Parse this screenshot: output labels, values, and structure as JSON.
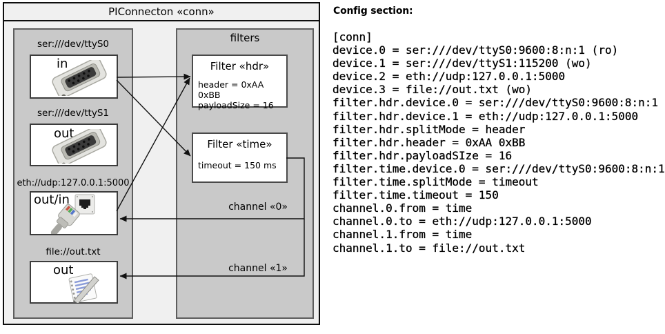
{
  "colors": {
    "outer_bg": "#f0f0f0",
    "panel_bg": "#c9c9c9",
    "box_bg": "#ffffff",
    "line": "#111111"
  },
  "diagram": {
    "title": "PIConnecton «conn»",
    "devices": [
      {
        "label": "ser:///dev/ttyS0",
        "direction": "in",
        "icon": "serial-connector-icon"
      },
      {
        "label": "ser:///dev/ttyS1",
        "direction": "out",
        "icon": "serial-connector-icon"
      },
      {
        "label": "eth://udp:127.0.0.1:5000",
        "direction": "out/in",
        "icon": "ethernet-connector-icon"
      },
      {
        "label": "file://out.txt",
        "direction": "out",
        "icon": "notepad-icon"
      }
    ],
    "filters_panel": {
      "title": "filters",
      "filters": [
        {
          "title": "Filter «hdr»",
          "properties": [
            "header = 0xAA 0xBB",
            "payloadSize = 16"
          ]
        },
        {
          "title": "Filter «time»",
          "properties": [
            "timeout = 150 ms"
          ]
        }
      ],
      "channels": [
        {
          "label": "channel «0»"
        },
        {
          "label": "channel «1»"
        }
      ]
    }
  },
  "config": {
    "heading": "Config section:",
    "lines": [
      "[conn]",
      "device.0 = ser:///dev/ttyS0:9600:8:n:1 (ro)",
      "device.1 = ser:///dev/ttyS1:115200 (wo)",
      "device.2 = eth://udp:127.0.0.1:5000",
      "device.3 = file://out.txt (wo)",
      "filter.hdr.device.0 = ser:///dev/ttyS0:9600:8:n:1",
      "filter.hdr.device.1 = eth://udp:127.0.0.1:5000",
      "filter.hdr.splitMode = header",
      "filter.hdr.header = 0xAA 0xBB",
      "filter.hdr.payloadSIze = 16",
      "filter.time.device.0 = ser:///dev/ttyS0:9600:8:n:1",
      "filter.time.splitMode = timeout",
      "filter.time.timeout = 150",
      "channel.0.from = time",
      "channel.0.to = eth://udp:127.0.0.1:5000",
      "channel.1.from = time",
      "channel.1.to = file://out.txt"
    ]
  }
}
